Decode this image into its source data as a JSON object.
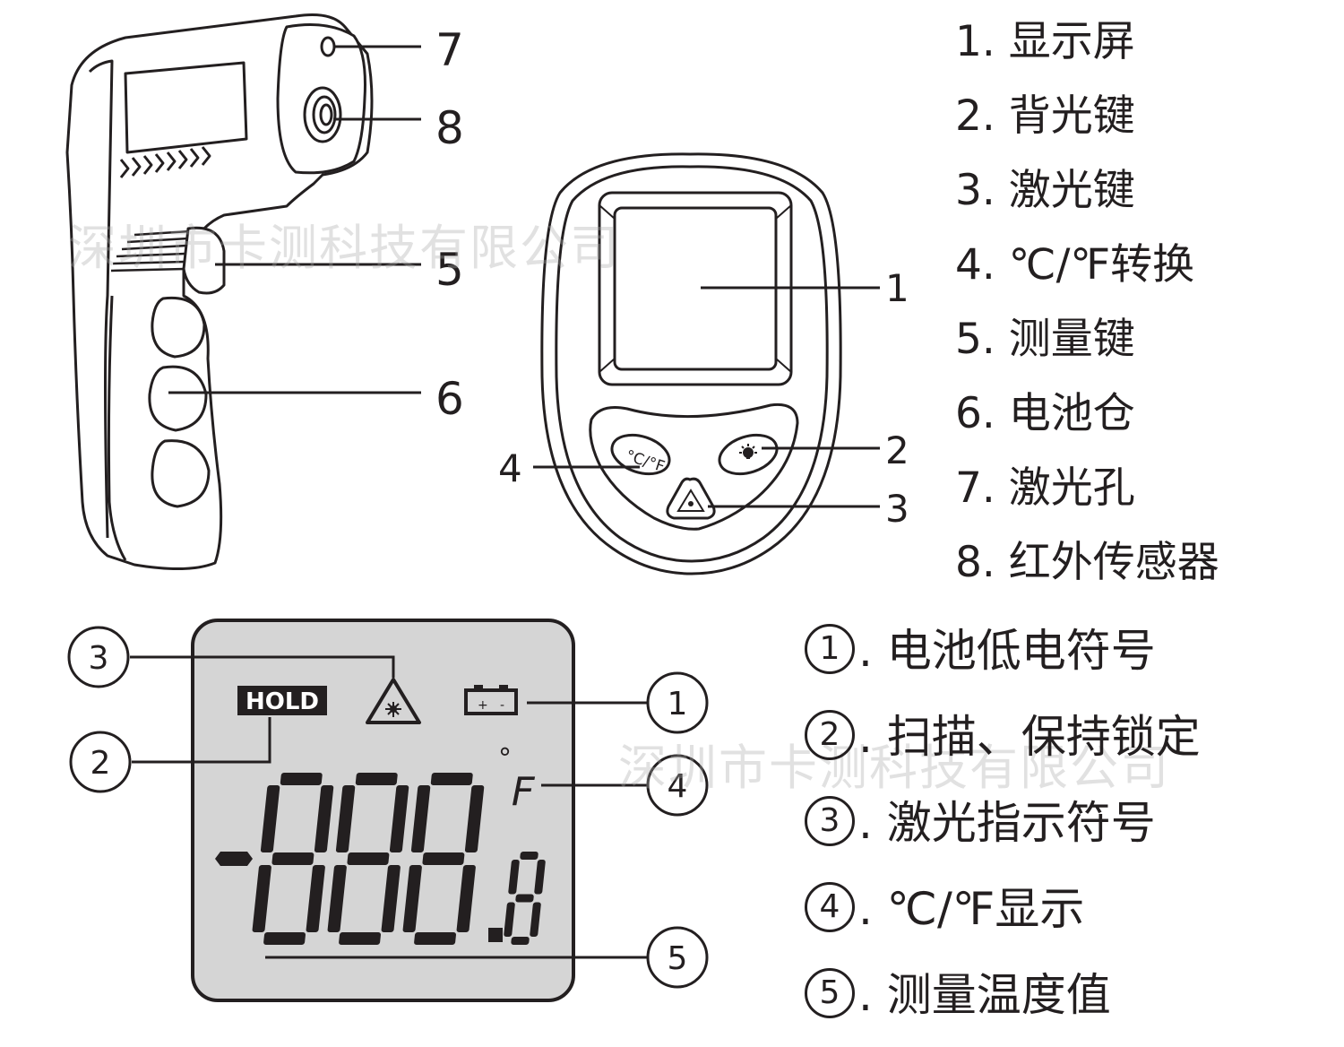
{
  "gun_callouts": [
    "7",
    "8",
    "5",
    "6"
  ],
  "front_callouts": [
    "1",
    "2",
    "3",
    "4"
  ],
  "front_buttons": {
    "unit": "°C/°F"
  },
  "lcd": {
    "hold": "HOLD",
    "battery_plus": "+",
    "battery_minus": "-",
    "deg": "°",
    "unit_f": "F",
    "callouts": [
      "③",
      "②",
      "①",
      "④",
      "⑤"
    ]
  },
  "parts_legend": [
    "1. 显示屏",
    "2. 背光键",
    "3. 激光键",
    "4. ℃/℉转换",
    "5. 测量键",
    "6. 电池仓",
    "7. 激光孔",
    "8. 红外传感器"
  ],
  "lcd_legend": [
    {
      "num": "1",
      "text": ". 电池低电符号"
    },
    {
      "num": "2",
      "text": ". 扫描、保持锁定"
    },
    {
      "num": "3",
      "text": ". 激光指示符号"
    },
    {
      "num": "4",
      "text": ". ℃/℉显示"
    },
    {
      "num": "5",
      "text": ". 测量温度值"
    }
  ],
  "watermark": "深圳市卡测科技有限公司",
  "colors": {
    "ink": "#231f20",
    "lcd_bg": "#d5d5d5",
    "leader": "#231f20"
  }
}
